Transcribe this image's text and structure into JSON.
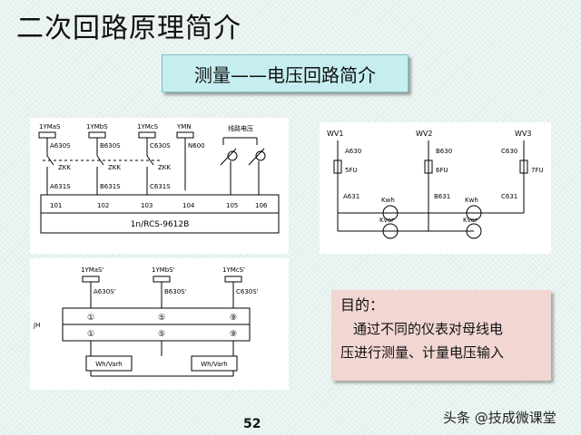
{
  "header": {
    "title": "二次回路原理简介",
    "subtitle": "测量——电压回路简介"
  },
  "diagram_a": {
    "terminals": [
      "1YMaS",
      "1YMbS",
      "1YMcS",
      "YMN"
    ],
    "wires": [
      "A630S",
      "B630S",
      "C630S",
      "N600"
    ],
    "switch": "ZKK",
    "wires2": [
      "A631S",
      "B631S",
      "C631S"
    ],
    "pins": [
      "101",
      "102",
      "103",
      "104",
      "105",
      "106"
    ],
    "line_voltage": "线路电压",
    "device": "1n/RCS-9612B"
  },
  "diagram_b": {
    "buses": [
      "WV1",
      "WV2",
      "WV3"
    ],
    "wires": [
      "A630",
      "B630",
      "C630"
    ],
    "fuses": [
      "5FU",
      "6FU",
      "7FU"
    ],
    "wires2": [
      "A631",
      "B631",
      "C631"
    ],
    "kwh": "Kwh",
    "kvar": "Kvar"
  },
  "diagram_c": {
    "terminals": [
      "1YMaS'",
      "1YMbS'",
      "1YMcS'"
    ],
    "wires": [
      "A630S'",
      "B630S'",
      "C630S'"
    ],
    "block": "JH",
    "markers_top": [
      "①",
      "⑤",
      "⑨"
    ],
    "markers_bottom": [
      "①",
      "⑤",
      "⑨"
    ],
    "meter": "Wh/Varh"
  },
  "purpose": {
    "heading": "目的：",
    "line1": "通过不同的仪表对母线电",
    "line2": "压进行测量、计量电压输入"
  },
  "footer": {
    "page": "52",
    "watermark": "头条 @技成微课堂"
  }
}
